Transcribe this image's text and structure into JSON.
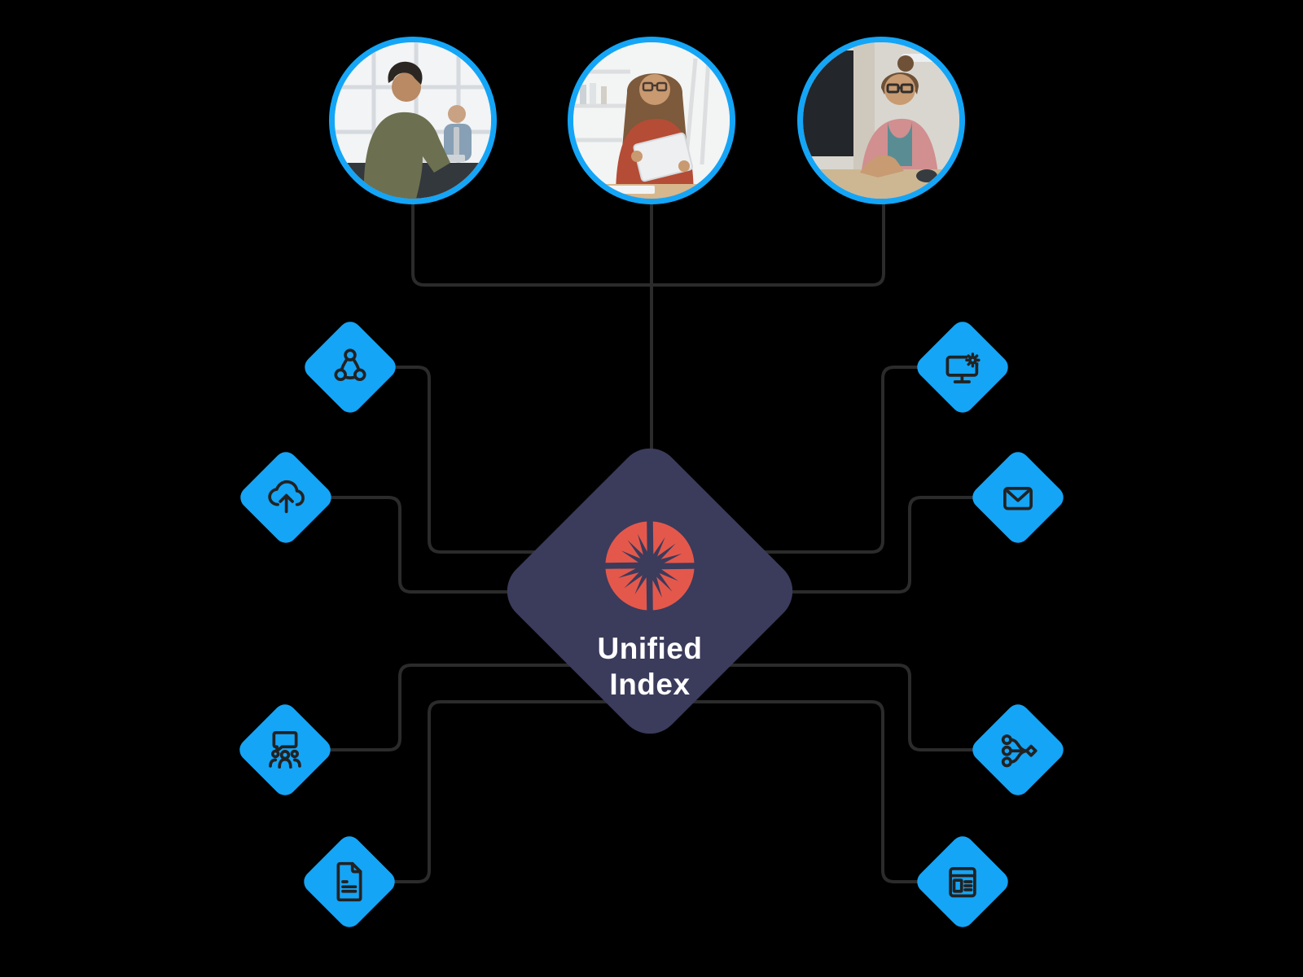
{
  "theme": {
    "css_vars": {
      "--bg": "#000000",
      "--accent": "#14a5f6",
      "--navy": "#3b3b5c",
      "--line": "#2b2b2b",
      "--ink": "#222222",
      "--text": "#ffffff",
      "--logo-red": "#e4584c",
      "--logo-blue": "#2fa8e1",
      "--logo-teal": "#3edcb4",
      "--logo-yellow": "#f6d43c"
    }
  },
  "center": {
    "line1": "Unified",
    "line2": "Index",
    "logo_alt": "four-color pinwheel logo"
  },
  "photos": [
    {
      "alt": "person working on laptop in office"
    },
    {
      "alt": "person reading a tablet"
    },
    {
      "alt": "person working at desktop computer"
    }
  ],
  "left_nodes": [
    {
      "icon": "share-network"
    },
    {
      "icon": "cloud-upload"
    },
    {
      "icon": "team-discussion"
    },
    {
      "icon": "document"
    }
  ],
  "right_nodes": [
    {
      "icon": "computer-settings"
    },
    {
      "icon": "email"
    },
    {
      "icon": "data-merge"
    },
    {
      "icon": "web-page"
    }
  ]
}
